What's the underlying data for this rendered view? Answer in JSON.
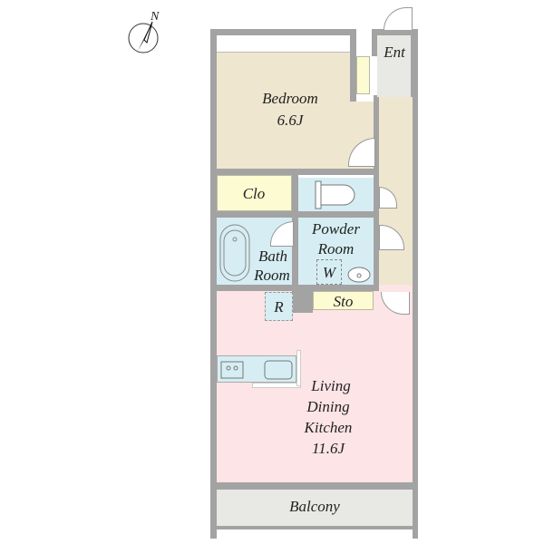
{
  "compass": {
    "label": "N"
  },
  "rooms": {
    "entrance": "Ent",
    "bedroom": "Bedroom",
    "bedroom_size": "6.6J",
    "closet": "Clo",
    "bath": [
      "Bath",
      "Room"
    ],
    "powder": [
      "Powder",
      "Room"
    ],
    "washer": "W",
    "refrigerator": "R",
    "storage": "Sto",
    "ldk": [
      "Living",
      "Dining",
      "Kitchen"
    ],
    "ldk_size": "11.6J",
    "balcony": "Balcony"
  },
  "colors": {
    "wall": "#a3a3a3",
    "bedroom": "#efe6cf",
    "wet": "#d6eef3",
    "ldk": "#fde4e6",
    "storage": "#fdfbd2",
    "entrance": "#e8e8e5"
  }
}
